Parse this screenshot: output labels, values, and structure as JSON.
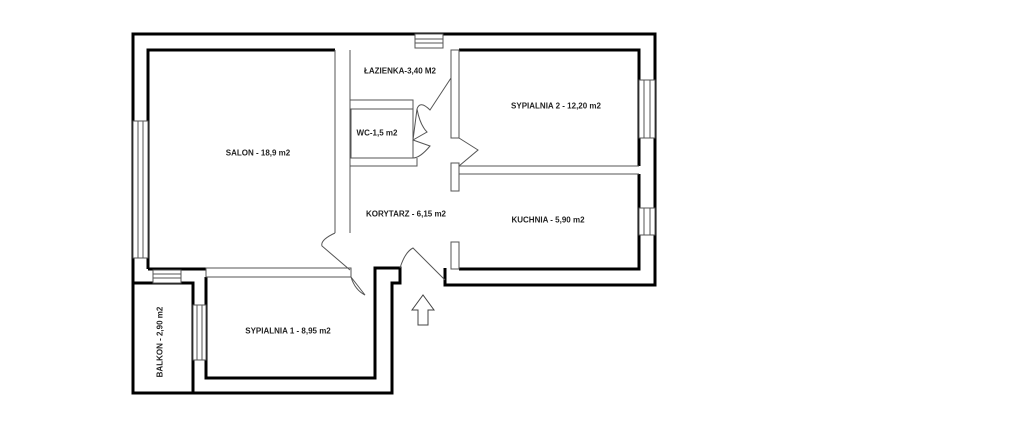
{
  "plan": {
    "rooms": {
      "lazienka": "ŁAZIENKA-3,40 M2",
      "wc": "WC-1,5 m2",
      "salon": "SALON - 18,9 m2",
      "sypialnia2": "SYPIALNIA 2 - 12,20 m2",
      "korytarz": "KORYTARZ - 6,15 m2",
      "kuchnia": "KUCHNIA - 5,90 m2",
      "sypialnia1": "SYPIALNIA 1 - 8,95 m2",
      "balkon": "BALKON - 2,90 m2"
    },
    "colors": {
      "wall": "#000000",
      "thin_wall": "#555555",
      "background": "#ffffff"
    }
  }
}
